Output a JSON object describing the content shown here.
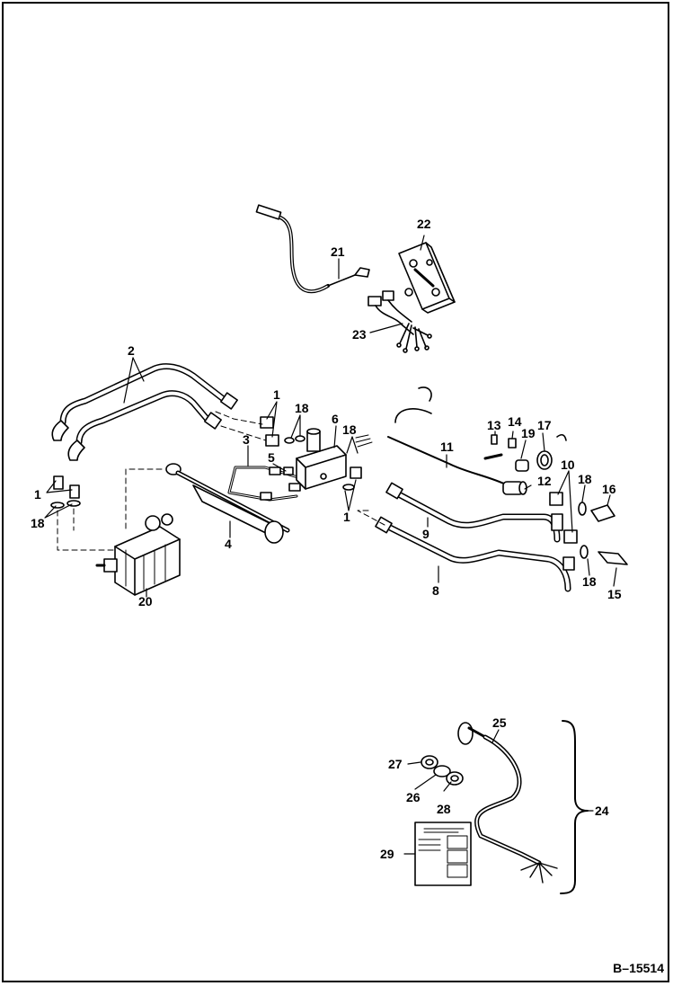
{
  "drawing_number": "B–15514",
  "callouts": {
    "c1a": "1",
    "c1b": "1",
    "c1c": "1",
    "c2": "2",
    "c3": "3",
    "c4": "4",
    "c5": "5",
    "c6": "6",
    "c8": "8",
    "c9": "9",
    "c10": "10",
    "c11": "11",
    "c12": "12",
    "c13": "13",
    "c14": "14",
    "c15": "15",
    "c16": "16",
    "c17": "17",
    "c18a": "18",
    "c18b": "18",
    "c18c": "18",
    "c18d": "18",
    "c18e": "18",
    "c19": "19",
    "c20": "20",
    "c21": "21",
    "c22": "22",
    "c23": "23",
    "c24": "24",
    "c25": "25",
    "c26": "26",
    "c27": "27",
    "c28": "28",
    "c29": "29"
  }
}
